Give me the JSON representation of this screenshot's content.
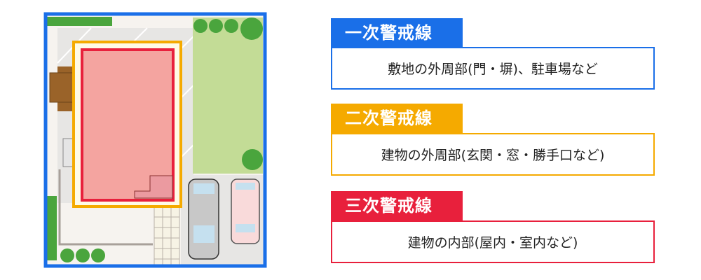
{
  "colors": {
    "primary": "#1a6fe8",
    "secondary": "#f5aa00",
    "tertiary": "#e8203c"
  },
  "lines": [
    {
      "title": "一次警戒線",
      "description": "敷地の外周部(門・塀)、駐車場など",
      "color": "#1a6fe8"
    },
    {
      "title": "二次警戒線",
      "description": "建物の外周部(玄関・窓・勝手口など)",
      "color": "#f5aa00"
    },
    {
      "title": "三次警戒線",
      "description": "建物の内部(屋内・室内など)",
      "color": "#e8203c"
    }
  ]
}
